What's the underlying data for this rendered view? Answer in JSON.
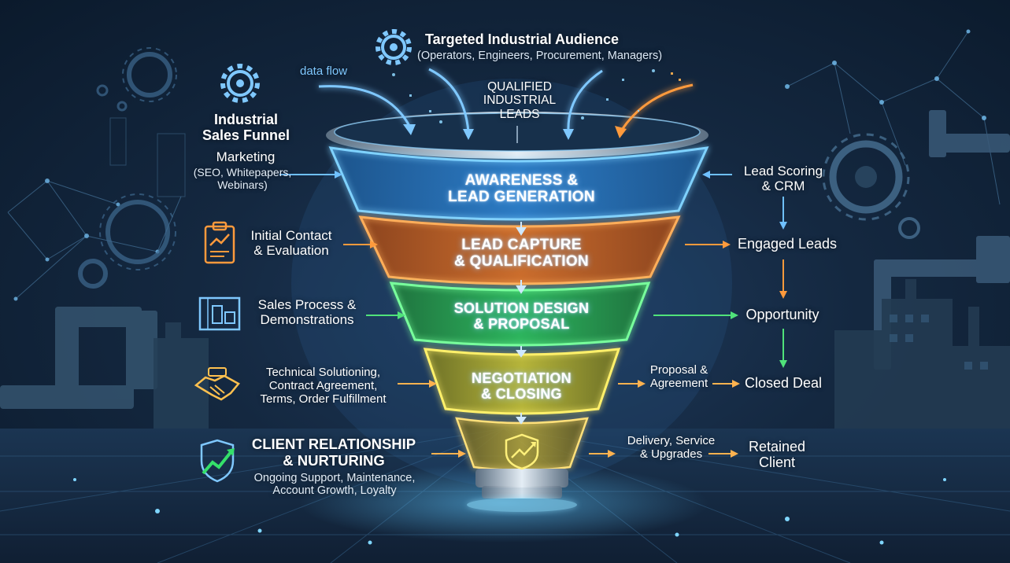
{
  "header": {
    "title": "Targeted Industrial Audience",
    "subtitle": "(Operators, Engineers, Procurement, Managers)"
  },
  "top": {
    "data_flow": "data flow",
    "qualified_leads": "QUALIFIED\nINDUSTRIAL\nLEADS"
  },
  "left": {
    "funnel_title": "Industrial\nSales Funnel",
    "marketing": "Marketing",
    "marketing_sub": "(SEO, Whitepapers,\nWebinars)",
    "initial_contact": "Initial Contact\n& Evaluation",
    "sales_process": "Sales Process &\nDemonstrations",
    "technical": "Technical Solutioning,\nContract Agreement,\nTerms, Order Fulfillment",
    "client_relationship": "CLIENT RELATIONSHIP\n& NURTURING",
    "client_sub": "Ongoing Support, Maintenance,\nAccount Growth, Loyalty"
  },
  "stages": [
    {
      "label": "AWARENESS &\nLEAD GENERATION",
      "color": "#39a8ff"
    },
    {
      "label": "LEAD CAPTURE\n& QUALIFICATION",
      "color": "#ff8a2a"
    },
    {
      "label": "SOLUTION DESIGN\n& PROPOSAL",
      "color": "#35e06a"
    },
    {
      "label": "NEGOTIATION\n& CLOSING",
      "color": "#e8e23a"
    },
    {
      "label": "",
      "color": "#f0d84a"
    }
  ],
  "right": {
    "lead_scoring": "Lead Scoring\n& CRM",
    "engaged_leads": "Engaged Leads",
    "opportunity": "Opportunity",
    "proposal_agreement": "Proposal &\nAgreement",
    "closed_deal": "Closed Deal",
    "delivery": "Delivery, Service\n& Upgrades",
    "retained_client": "Retained\nClient"
  },
  "icons": [
    "gear-icon",
    "clipboard-chart-icon",
    "blueprint-icon",
    "handshake-icon",
    "shield-growth-icon"
  ],
  "colors": {
    "blue": "#39a8ff",
    "orange": "#ff8a2a",
    "green": "#35e06a",
    "yellow": "#e8e23a",
    "accent_cyan": "#5fd0ff"
  }
}
